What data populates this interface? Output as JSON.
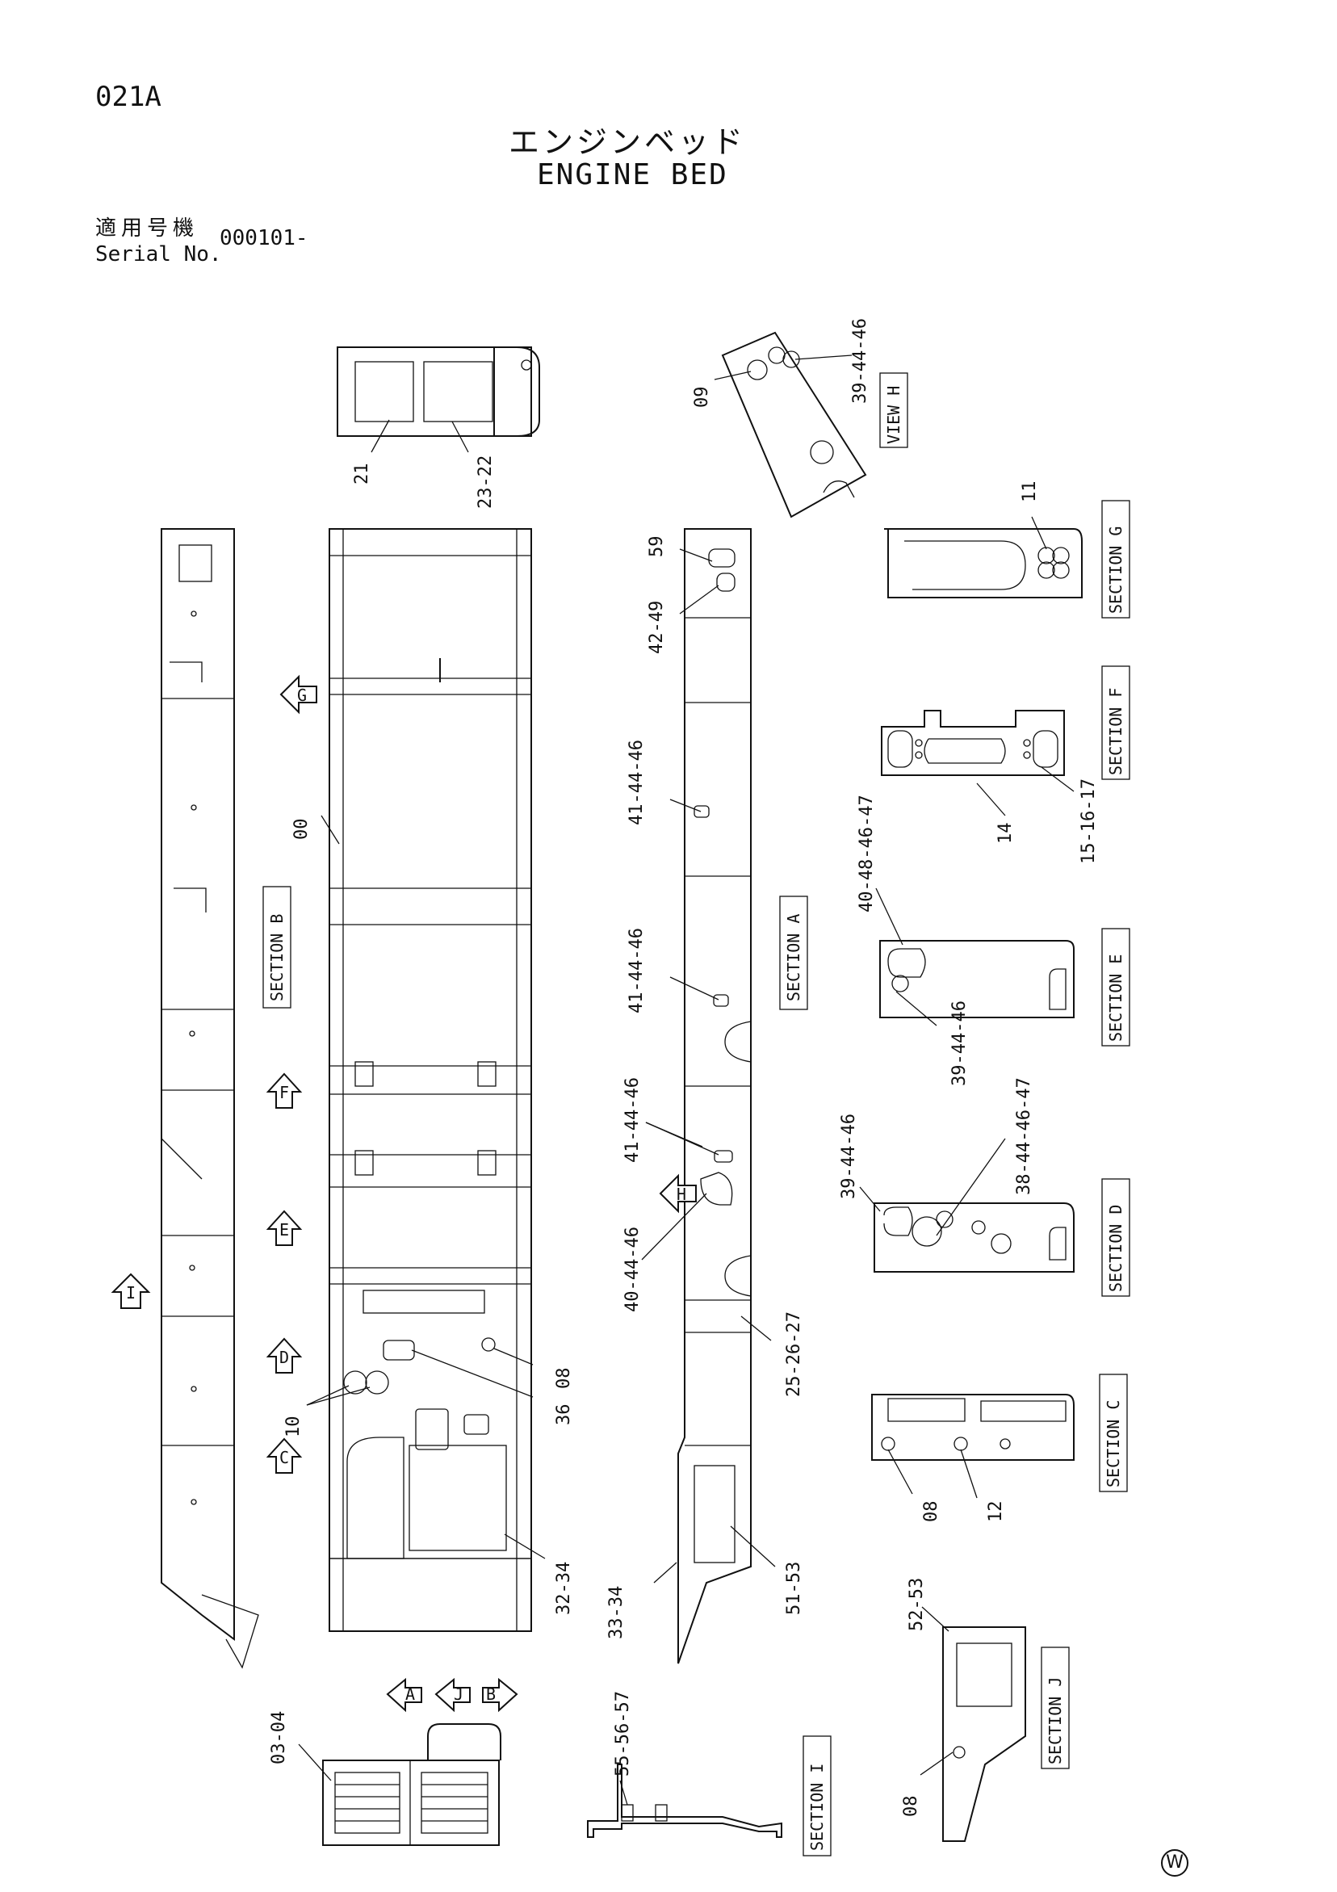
{
  "header": {
    "page_code": "021A",
    "title_jp": "エンジンベッド",
    "title_en": "ENGINE BED",
    "serial_label_jp": "適用号機",
    "serial_label_en": "Serial No.",
    "serial_value": "000101-"
  },
  "section_labels": {
    "view_h": "VIEW H",
    "section_g": "SECTION G",
    "section_f": "SECTION F",
    "section_e": "SECTION E",
    "section_d": "SECTION D",
    "section_c": "SECTION C",
    "section_b": "SECTION B",
    "section_a": "SECTION A",
    "section_i": "SECTION I",
    "section_j": "SECTION J"
  },
  "callouts": {
    "c_21": "21",
    "c_23_22": "23-22",
    "c_09": "09",
    "c_39_44_46_h": "39-44-46",
    "c_59": "59",
    "c_42_49": "42-49",
    "c_11": "11",
    "c_00": "00",
    "c_41_44_46_a": "41-44-46",
    "c_41_44_46_b": "41-44-46",
    "c_41_44_46_c": "41-44-46",
    "c_40_44_46": "40-44-46",
    "c_14": "14",
    "c_15_16_17": "15-16-17",
    "c_40_48_46_47": "40-48-46-47",
    "c_39_44_46_e": "39-44-46",
    "c_39_44_46_d": "39-44-46",
    "c_38_44_46_47": "38-44-46-47",
    "c_25_26_27": "25-26-27",
    "c_08_main": "08",
    "c_36": "36",
    "c_10": "10",
    "c_08_c": "08",
    "c_12": "12",
    "c_32_34": "32-34",
    "c_33_34": "33-34",
    "c_51_53": "51-53",
    "c_52_53": "52-53",
    "c_08_j": "08",
    "c_03_04": "03-04",
    "c_55_56_57": "55-56-57"
  },
  "arrow_markers": {
    "g": "G",
    "f": "F",
    "e": "E",
    "d": "D",
    "c": "C",
    "i": "I",
    "h": "H",
    "a": "A",
    "j": "J",
    "b": "B"
  },
  "footer": {
    "mark": "W"
  }
}
